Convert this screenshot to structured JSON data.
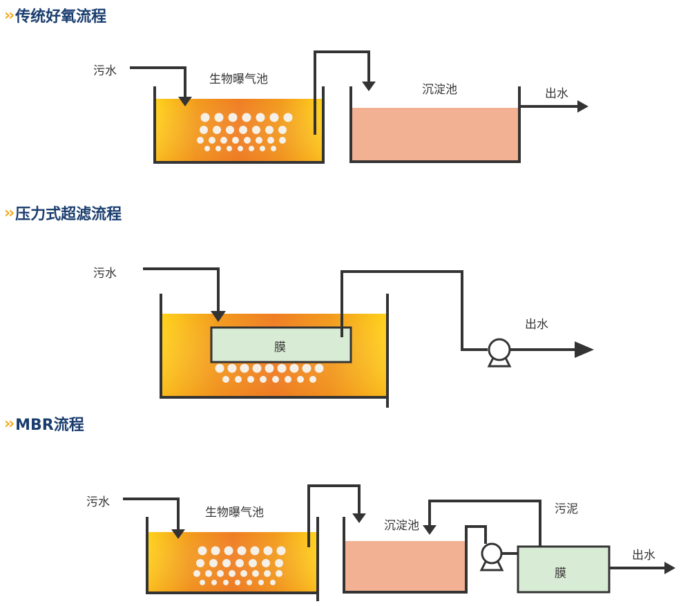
{
  "sections": [
    {
      "title": "传统好氧流程"
    },
    {
      "title": "压力式超滤流程"
    },
    {
      "title": "MBR流程"
    }
  ],
  "labels": {
    "sewage": "污水",
    "aeration_tank": "生物曝气池",
    "settling_tank": "沉淀池",
    "effluent": "出水",
    "membrane": "膜",
    "sludge": "污泥"
  },
  "colors": {
    "title": "#1a3d6e",
    "chevron": "#f4a71d",
    "tank_line": "#333333",
    "settling_fill": "#f2b193",
    "membrane_fill": "#d8ebd4",
    "bubble": "#f5f0e8"
  }
}
